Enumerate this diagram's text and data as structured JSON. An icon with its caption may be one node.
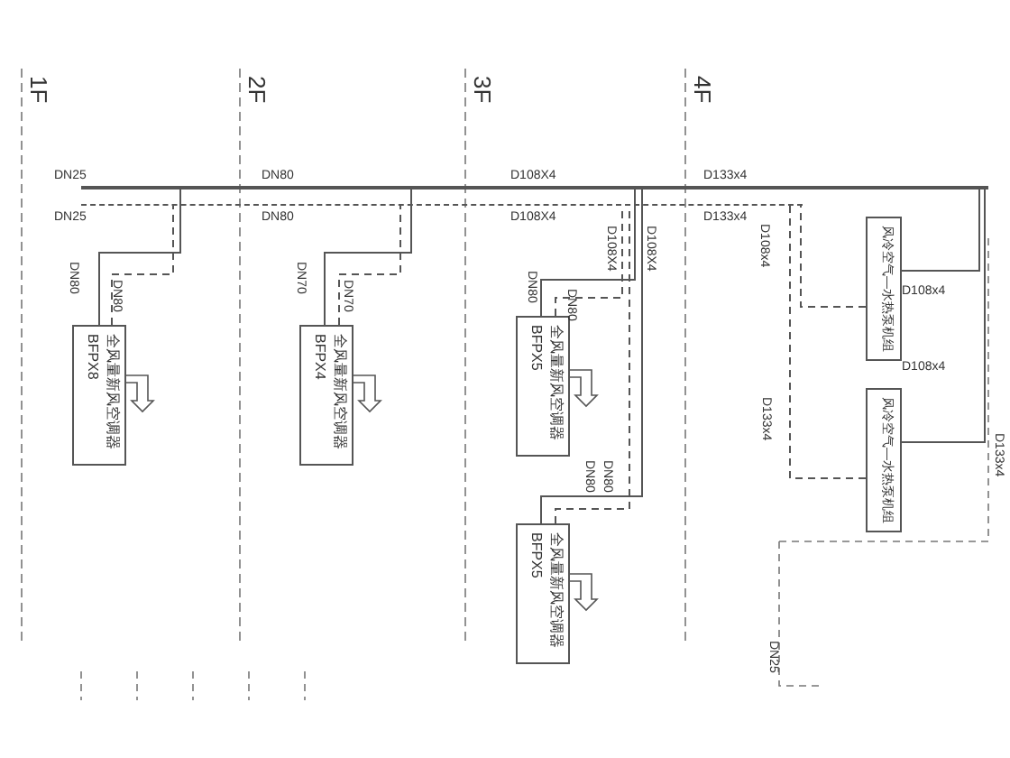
{
  "diagram": {
    "nodes": [
      {
        "text": [],
        "shape": "bar"
      },
      {
        "text": [],
        "shape": "bar"
      },
      {
        "text": [
          "全风量新风空调器",
          "BFPX8"
        ]
      },
      {
        "text": [
          "全风量新风空调器",
          "BFPX4"
        ]
      },
      {
        "text": [
          "全风量新风空调器",
          "BFPX5"
        ]
      },
      {
        "text": [
          "全风量新风空调器",
          "BFPX5"
        ]
      },
      {
        "text": [
          "风冷空气—水热泵机组"
        ]
      },
      {
        "text": [
          "风冷空气—水热泵机组"
        ]
      }
    ],
    "edges": [
      {
        "from": 0,
        "to": 2,
        "arrow": "none"
      },
      {
        "from": 2,
        "to": 1,
        "arrow": "none",
        "style": "dashed"
      },
      {
        "from": 0,
        "to": 3,
        "arrow": "none"
      },
      {
        "from": 3,
        "to": 1,
        "arrow": "none",
        "style": "dashed"
      },
      {
        "from": 0,
        "to": 4,
        "arrow": "none"
      },
      {
        "from": 4,
        "to": 1,
        "arrow": "none",
        "style": "dashed"
      },
      {
        "from": 0,
        "to": 5,
        "arrow": "none"
      },
      {
        "from": 5,
        "to": 1,
        "arrow": "none",
        "style": "dashed"
      },
      {
        "from": 0,
        "to": 6,
        "arrow": "none"
      },
      {
        "from": 6,
        "to": 1,
        "arrow": "none",
        "style": "dashed"
      },
      {
        "from": 0,
        "to": 7,
        "arrow": "none"
      },
      {
        "from": 7,
        "to": 1,
        "arrow": "none",
        "style": "dashed"
      }
    ],
    "labels": [
      "1F",
      "2F",
      "3F",
      "4F",
      "DN25",
      "DN80",
      "D108X4",
      "D133x4",
      "DN25",
      "DN80",
      "D108X4",
      "D133x4",
      "D108X4",
      "D108X4",
      "DN80",
      "DN80",
      "DN70",
      "DN70",
      "DN80",
      "DN80",
      "D108x4",
      "DN80",
      "DN80",
      "D133x4",
      "D108x4",
      "D108x4",
      "D133x4",
      "DN25"
    ]
  }
}
